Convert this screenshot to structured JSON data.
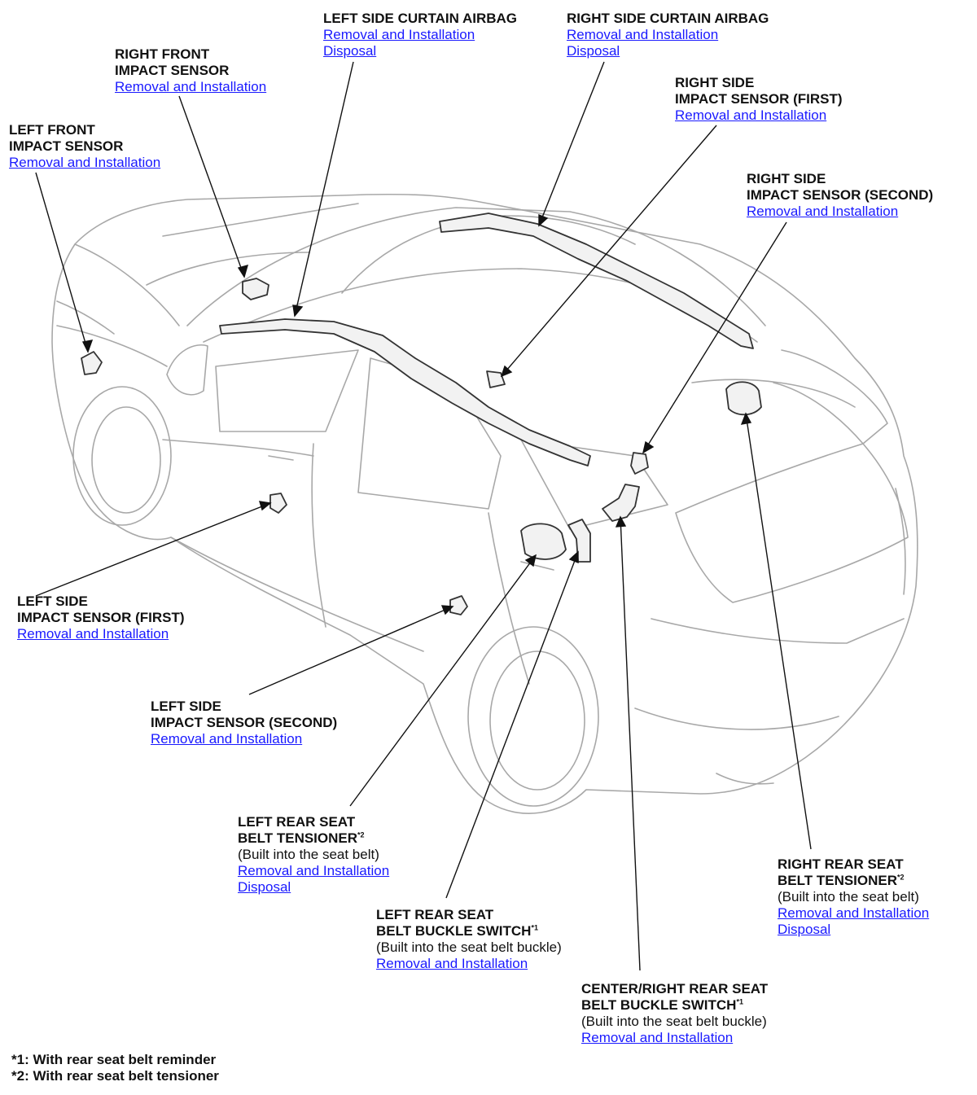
{
  "callouts": {
    "left_front_impact": {
      "title_1": "LEFT FRONT",
      "title_2": "IMPACT SENSOR",
      "link_removal": "Removal and Installation"
    },
    "right_front_impact": {
      "title_1": "RIGHT FRONT",
      "title_2": "IMPACT SENSOR",
      "link_removal": "Removal and Installation"
    },
    "left_curtain": {
      "title_1": "LEFT SIDE CURTAIN AIRBAG",
      "link_removal": "Removal and Installation",
      "link_disposal": "Disposal"
    },
    "right_curtain": {
      "title_1": "RIGHT SIDE CURTAIN AIRBAG",
      "link_removal": "Removal and Installation",
      "link_disposal": "Disposal"
    },
    "right_side_first": {
      "title_1": "RIGHT SIDE",
      "title_2": "IMPACT SENSOR (FIRST)",
      "link_removal": "Removal and Installation"
    },
    "right_side_second": {
      "title_1": "RIGHT SIDE",
      "title_2": "IMPACT SENSOR (SECOND)",
      "link_removal": "Removal and Installation"
    },
    "left_side_first": {
      "title_1": "LEFT SIDE",
      "title_2": "IMPACT SENSOR (FIRST)",
      "link_removal": "Removal and Installation"
    },
    "left_side_second": {
      "title_1": "LEFT SIDE",
      "title_2": "IMPACT SENSOR (SECOND)",
      "link_removal": "Removal and Installation"
    },
    "left_rear_tensioner": {
      "title_1": "LEFT REAR SEAT",
      "title_2": "BELT TENSIONER",
      "mark": "*2",
      "note": "(Built into the seat belt)",
      "link_removal": "Removal and Installation",
      "link_disposal": "Disposal"
    },
    "left_rear_buckle": {
      "title_1": "LEFT REAR SEAT",
      "title_2": "BELT BUCKLE SWITCH",
      "mark": "*1",
      "note": "(Built into the seat belt buckle)",
      "link_removal": "Removal and Installation"
    },
    "center_right_buckle": {
      "title_1": "CENTER/RIGHT REAR SEAT",
      "title_2": "BELT BUCKLE SWITCH",
      "mark": "*1",
      "note": "(Built into the seat belt buckle)",
      "link_removal": "Removal and Installation"
    },
    "right_rear_tensioner": {
      "title_1": "RIGHT REAR SEAT",
      "title_2": "BELT TENSIONER",
      "mark": "*2",
      "note": "(Built into the seat belt)",
      "link_removal": "Removal and Installation",
      "link_disposal": "Disposal"
    }
  },
  "footnotes": {
    "fn1": "*1: With rear seat belt reminder",
    "fn2": "*2: With rear seat belt tensioner"
  },
  "colors": {
    "link": "#1a1aff",
    "text": "#111111",
    "outline": "#9a9a9a"
  }
}
